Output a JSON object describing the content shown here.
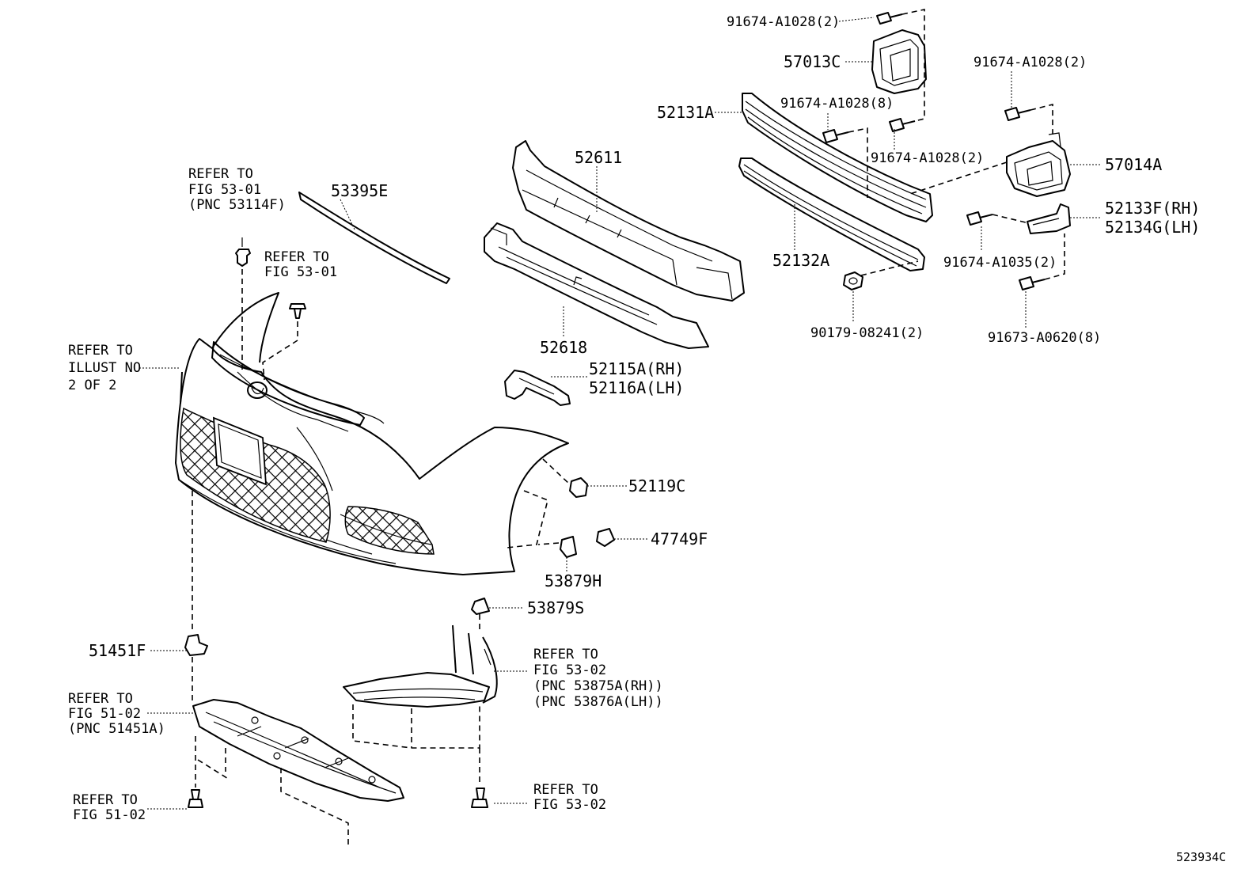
{
  "diagram_id": "523934C",
  "callouts": {
    "c1": "91674-A1028(2)",
    "c2": "57013C",
    "c3": "91674-A1028(2)",
    "c4": "52131A",
    "c5": "91674-A1028(8)",
    "c6": "91674-A1028(2)",
    "c7": "57014A",
    "c8": "52611",
    "c9": "52133F(RH)",
    "c10": "52134G(LH)",
    "c11": "53395E",
    "c12": "52132A",
    "c13": "91674-A1035(2)",
    "c14": "90179-08241(2)",
    "c15": "91673-A0620(8)",
    "c16": "52618",
    "c17": "52115A(RH)",
    "c18": "52116A(LH)",
    "c19": "52119C",
    "c20": "47749F",
    "c21": "53879H",
    "c22": "53879S",
    "c23": "51451F"
  },
  "refs": {
    "r1": [
      "REFER TO",
      "FIG 53-01",
      "(PNC 53114F)"
    ],
    "r2": [
      "REFER TO",
      "FIG 53-01"
    ],
    "r3": [
      "REFER TO",
      "ILLUST NO",
      "2 OF 2"
    ],
    "r4": [
      "REFER TO",
      "FIG 53-02",
      "(PNC 53875A(RH))",
      "(PNC 53876A(LH))"
    ],
    "r5": [
      "REFER TO",
      "FIG 51-02",
      "(PNC 51451A)"
    ],
    "r6": [
      "REFER TO",
      "FIG 51-02"
    ],
    "r7": [
      "REFER TO",
      "FIG 53-02"
    ]
  }
}
